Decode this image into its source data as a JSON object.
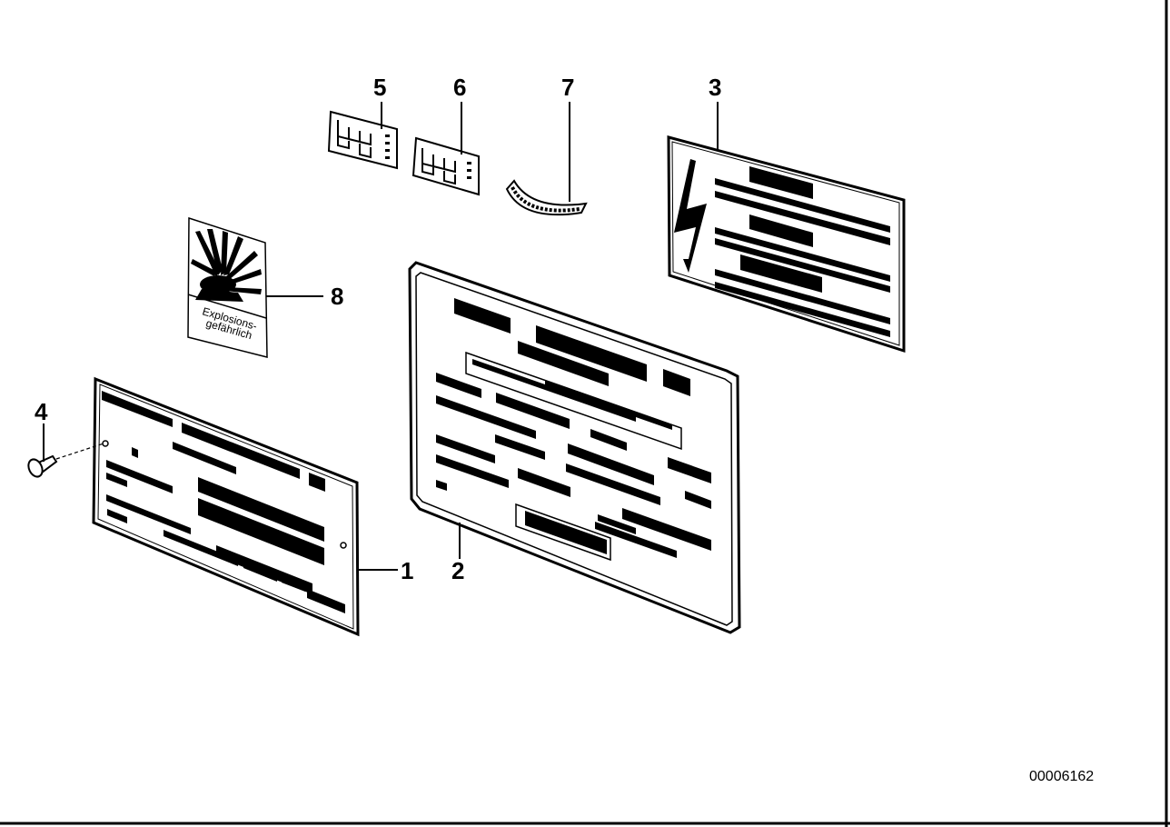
{
  "diagram": {
    "document_id": "00006162",
    "callouts": [
      {
        "id": "1",
        "label": "1"
      },
      {
        "id": "2",
        "label": "2"
      },
      {
        "id": "3",
        "label": "3"
      },
      {
        "id": "4",
        "label": "4"
      },
      {
        "id": "5",
        "label": "5"
      },
      {
        "id": "6",
        "label": "6"
      },
      {
        "id": "7",
        "label": "7"
      },
      {
        "id": "8",
        "label": "8"
      }
    ],
    "warning_label_text": [
      "Explosions-",
      "gefährlich"
    ]
  }
}
